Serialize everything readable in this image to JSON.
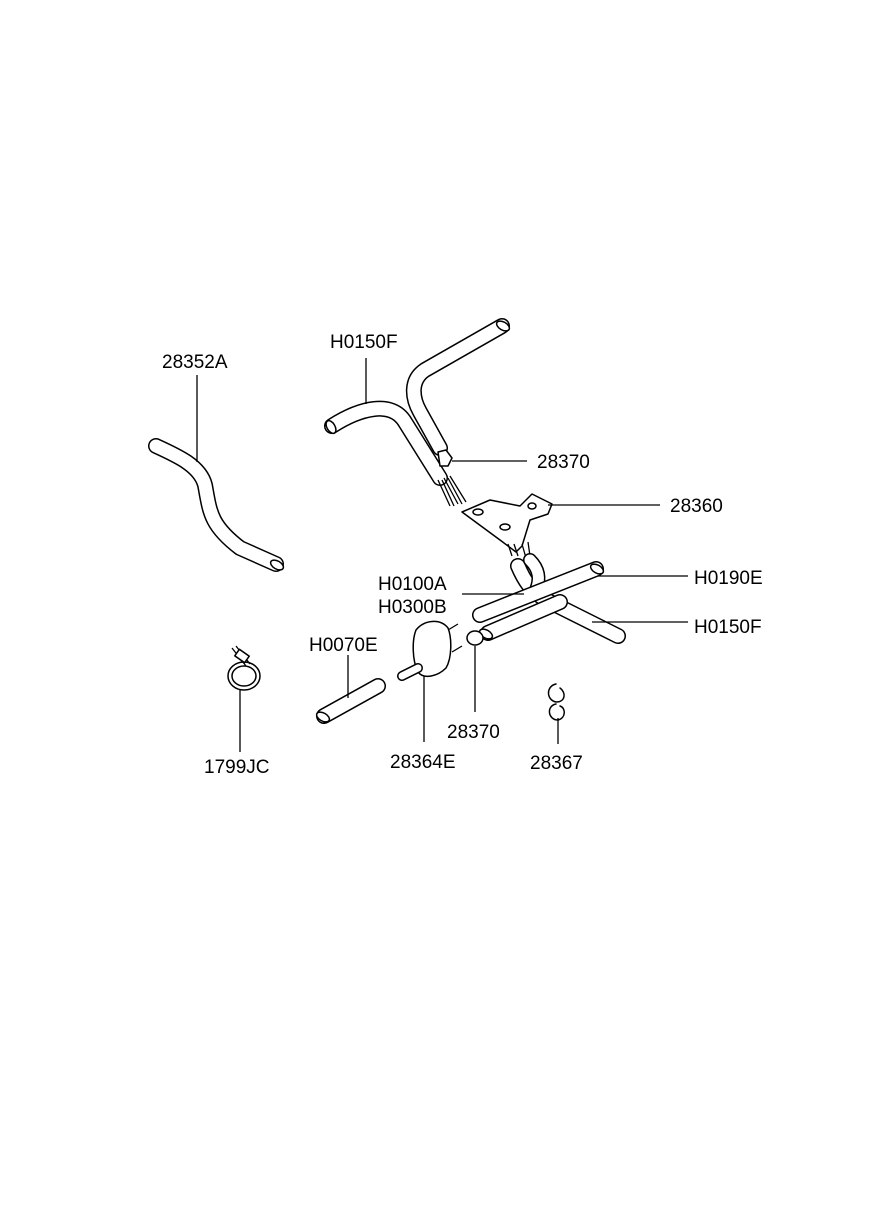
{
  "labels": {
    "part_28352A": "28352A",
    "part_H0150F_top": "H0150F",
    "part_28370_top": "28370",
    "part_28360": "28360",
    "part_H0190E": "H0190E",
    "part_H0100A": "H0100A",
    "part_H0300B": "H0300B",
    "part_H0150F_bottom": "H0150F",
    "part_H0070E": "H0070E",
    "part_28370_bottom": "28370",
    "part_28367": "28367",
    "part_1799JC": "1799JC",
    "part_28364E": "28364E"
  }
}
